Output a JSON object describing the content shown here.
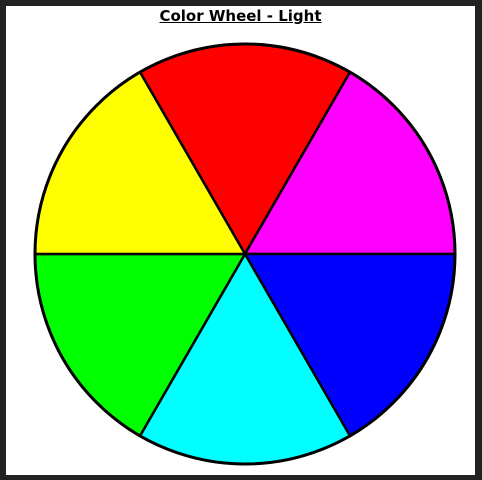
{
  "diagram": {
    "title": "Color Wheel - Light",
    "outline_color": "#000000",
    "background_color": "#ffffff",
    "frame_color": "#222222",
    "segments": [
      {
        "name": "red",
        "color": "#ff0000"
      },
      {
        "name": "magenta",
        "color": "#ff00ff"
      },
      {
        "name": "blue",
        "color": "#0000ff"
      },
      {
        "name": "cyan",
        "color": "#00ffff"
      },
      {
        "name": "green",
        "color": "#00ff00"
      },
      {
        "name": "yellow",
        "color": "#ffff00"
      }
    ]
  }
}
